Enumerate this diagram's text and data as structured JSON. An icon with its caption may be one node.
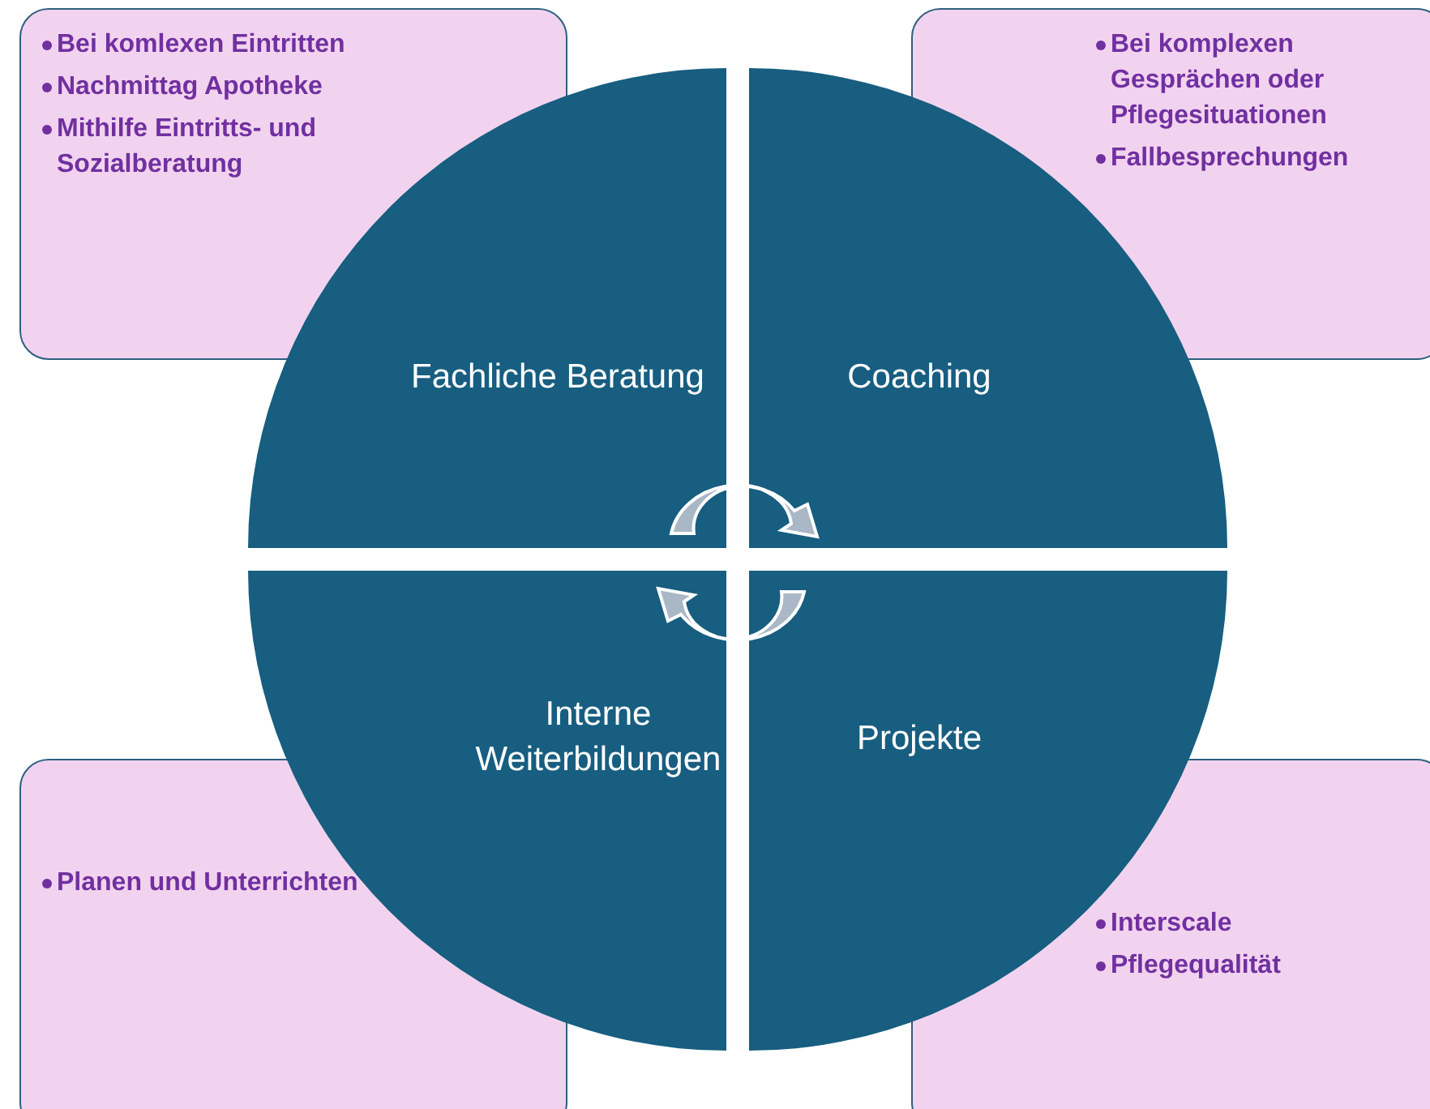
{
  "diagram": {
    "nodes": [
      {
        "text": [
          "Bei komlexen Eintritten",
          "Nachmittag Apotheke",
          "Mithilfe Eintritts- und Sozialberatung"
        ]
      },
      {
        "text": [
          "Bei komplexen Gesprächen oder Pflegesituationen",
          "Fallbesprechungen"
        ]
      },
      {
        "text": [
          "Planen und Unterrichten"
        ]
      },
      {
        "text": [
          "Interscale",
          "Pflegequalität"
        ]
      },
      {
        "text": [
          "Fachliche Beratung"
        ]
      },
      {
        "text": [
          "Coaching"
        ]
      },
      {
        "text": [
          "Interne Weiterbildungen"
        ]
      },
      {
        "text": [
          "Projekte"
        ]
      }
    ]
  }
}
